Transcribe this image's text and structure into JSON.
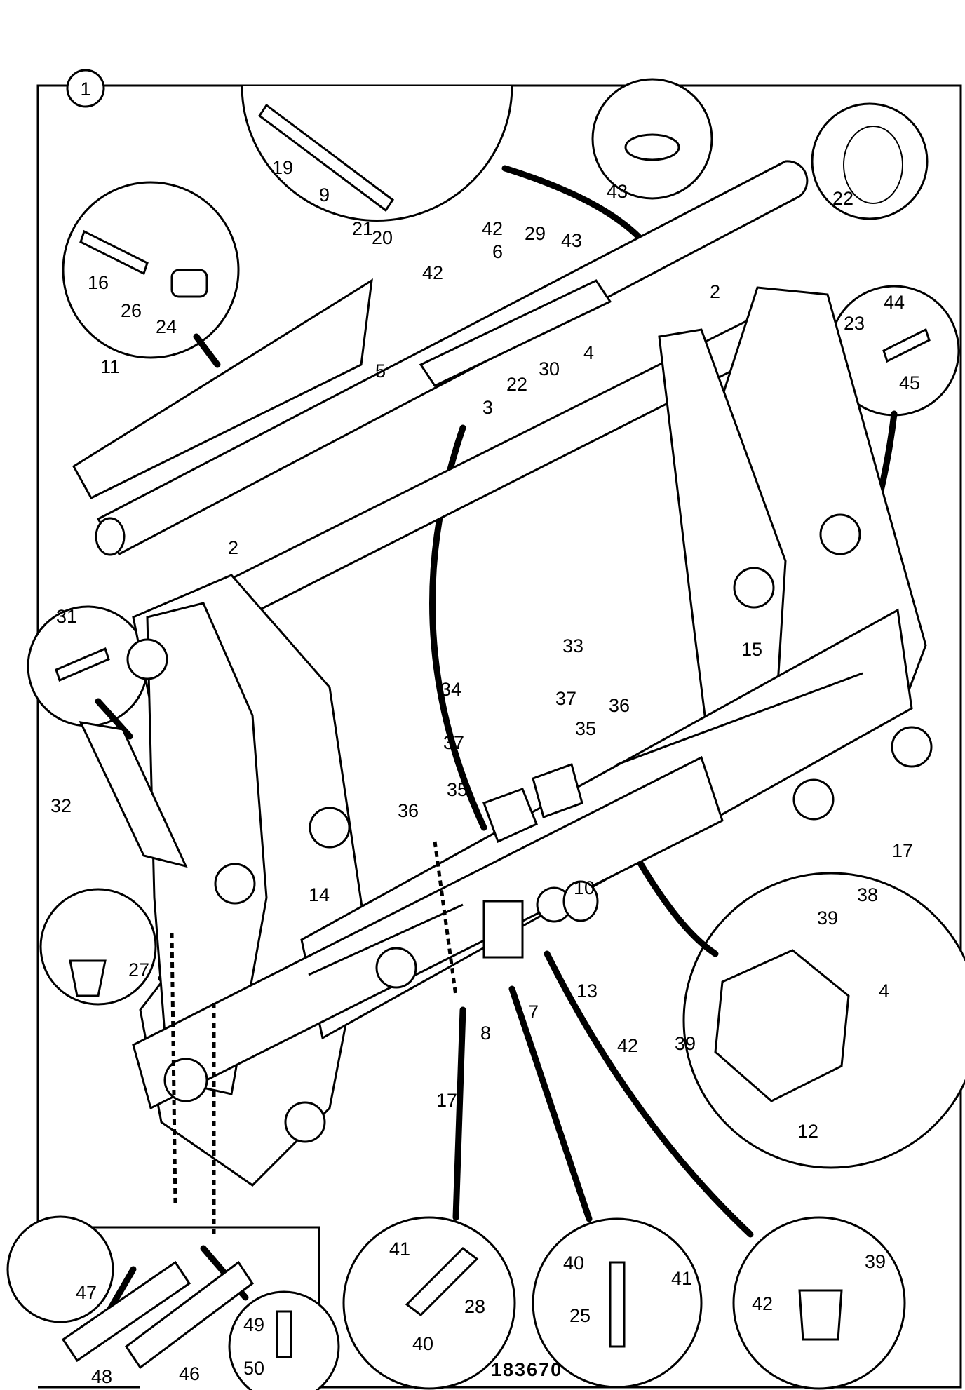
{
  "diagram": {
    "panel_number": "1",
    "drawing_number": "183670",
    "callouts": [
      {
        "id": "c1",
        "text": "19"
      },
      {
        "id": "c2",
        "text": "9"
      },
      {
        "id": "c3",
        "text": "21"
      },
      {
        "id": "c4",
        "text": "20"
      },
      {
        "id": "c5",
        "text": "43"
      },
      {
        "id": "c6",
        "text": "22"
      },
      {
        "id": "c7",
        "text": "16"
      },
      {
        "id": "c8",
        "text": "26"
      },
      {
        "id": "c9",
        "text": "24"
      },
      {
        "id": "c10",
        "text": "42"
      },
      {
        "id": "c11",
        "text": "29"
      },
      {
        "id": "c12",
        "text": "43"
      },
      {
        "id": "c13",
        "text": "42"
      },
      {
        "id": "c14",
        "text": "6"
      },
      {
        "id": "c15",
        "text": "2"
      },
      {
        "id": "c16",
        "text": "44"
      },
      {
        "id": "c17",
        "text": "23"
      },
      {
        "id": "c18",
        "text": "45"
      },
      {
        "id": "c19",
        "text": "5"
      },
      {
        "id": "c20",
        "text": "22"
      },
      {
        "id": "c21",
        "text": "30"
      },
      {
        "id": "c22",
        "text": "4"
      },
      {
        "id": "c23",
        "text": "3"
      },
      {
        "id": "c24",
        "text": "11"
      },
      {
        "id": "c25",
        "text": "2"
      },
      {
        "id": "c26",
        "text": "31"
      },
      {
        "id": "c27",
        "text": "33"
      },
      {
        "id": "c28",
        "text": "34"
      },
      {
        "id": "c29",
        "text": "15"
      },
      {
        "id": "c30",
        "text": "37"
      },
      {
        "id": "c31",
        "text": "36"
      },
      {
        "id": "c32",
        "text": "37"
      },
      {
        "id": "c33",
        "text": "35"
      },
      {
        "id": "c34",
        "text": "32"
      },
      {
        "id": "c35",
        "text": "35"
      },
      {
        "id": "c36",
        "text": "36"
      },
      {
        "id": "c37",
        "text": "17"
      },
      {
        "id": "c38",
        "text": "10"
      },
      {
        "id": "c39",
        "text": "38"
      },
      {
        "id": "c40",
        "text": "39"
      },
      {
        "id": "c41",
        "text": "14"
      },
      {
        "id": "c42",
        "text": "27"
      },
      {
        "id": "c43",
        "text": "13"
      },
      {
        "id": "c44",
        "text": "4"
      },
      {
        "id": "c45",
        "text": "7"
      },
      {
        "id": "c46",
        "text": "8"
      },
      {
        "id": "c47",
        "text": "42"
      },
      {
        "id": "c48",
        "text": "39"
      },
      {
        "id": "c49",
        "text": "17"
      },
      {
        "id": "c50",
        "text": "12"
      },
      {
        "id": "c51",
        "text": "47"
      },
      {
        "id": "c52",
        "text": "41"
      },
      {
        "id": "c53",
        "text": "40"
      },
      {
        "id": "c54",
        "text": "41"
      },
      {
        "id": "c55",
        "text": "39"
      },
      {
        "id": "c56",
        "text": "28"
      },
      {
        "id": "c57",
        "text": "42"
      },
      {
        "id": "c58",
        "text": "25"
      },
      {
        "id": "c59",
        "text": "49"
      },
      {
        "id": "c60",
        "text": "40"
      },
      {
        "id": "c61",
        "text": "48"
      },
      {
        "id": "c62",
        "text": "46"
      },
      {
        "id": "c63",
        "text": "50"
      }
    ]
  }
}
